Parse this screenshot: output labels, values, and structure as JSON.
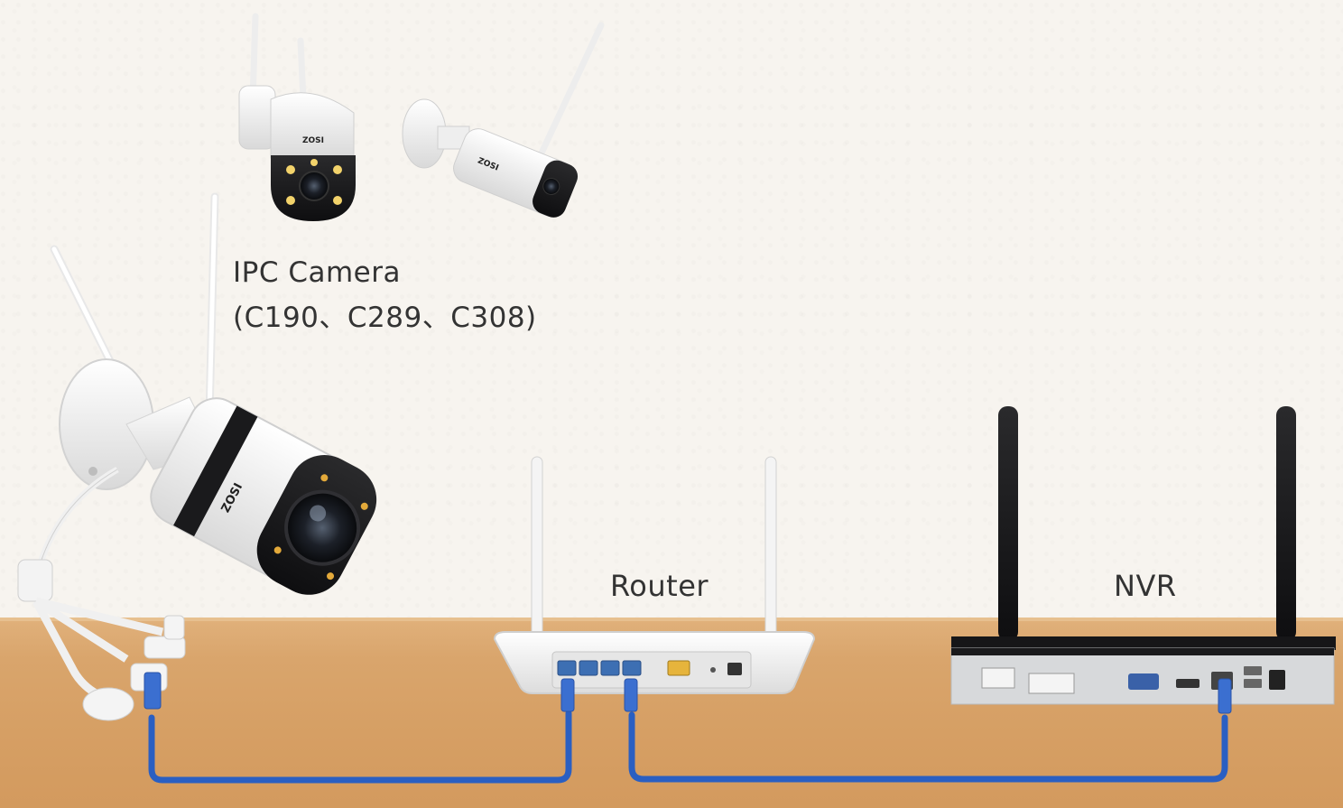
{
  "labels": {
    "ipc_title": "IPC Camera",
    "ipc_models": "(C190、C289、C308)",
    "router": "Router",
    "nvr": "NVR"
  },
  "brand": {
    "camera_logo": "ZOSI"
  },
  "colors": {
    "cable": "#2a5fc2",
    "table": "#d69f64",
    "wall": "#f7f4ef",
    "device_dark": "#1c1c1e",
    "device_white": "#f2f2f2",
    "router_port_blue": "#3d6fb3",
    "router_port_yellow": "#e6b43c"
  },
  "nodes": [
    {
      "id": "ipc-camera",
      "icon": "bullet-camera-icon"
    },
    {
      "id": "ptz-camera",
      "icon": "ptz-camera-icon"
    },
    {
      "id": "bullet-camera-small",
      "icon": "bullet-camera-icon"
    },
    {
      "id": "router",
      "icon": "wifi-router-icon"
    },
    {
      "id": "nvr",
      "icon": "nvr-recorder-icon"
    }
  ],
  "edges": [
    {
      "from": "ipc-camera",
      "to": "router",
      "type": "ethernet-cable"
    },
    {
      "from": "router",
      "to": "nvr",
      "type": "ethernet-cable"
    }
  ]
}
